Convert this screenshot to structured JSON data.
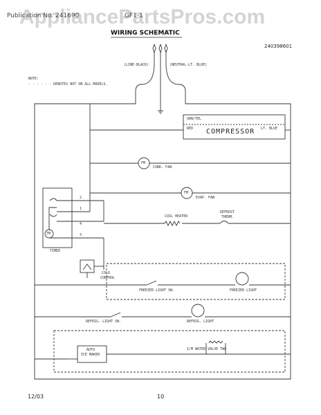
{
  "header": {
    "watermark": "AppliancePartsPros.com",
    "doc_line": "Publication No. 241690",
    "model": "GF1-1",
    "title": "WIRING SCHEMATIC",
    "part_number": "240398601"
  },
  "labels": {
    "line": "(LINE-BLACK)",
    "neutral": "(NEUTRAL-LT. BLUE)",
    "note_head": "NOTE:",
    "note_body": "- - - - - - DENOTES NOT ON ALL MODELS.",
    "grn_yel": "GRN/YEL",
    "red": "RED",
    "lt_blue": "LT. BLUE",
    "compressor": "COMPRESSOR",
    "cond_fan": "COND. FAN",
    "evap_fan": "EVAP. FAN",
    "coil_heater": "COIL HEATER",
    "defrost": "DEFROST",
    "therm": "THERM.",
    "tm": "TM",
    "timer": "TIMER",
    "t2": "2",
    "t1": "1",
    "t4": "4",
    "t3": "3",
    "cold": "COLD",
    "control": "CONTROL",
    "freezer_light_sw": "FREEZER LIGHT SW.",
    "freezer_light": "FREEZER LIGHT",
    "refrig_light_sw": "REFRIG. LIGHT SW.",
    "refrig_light": "REFRIG. LIGHT",
    "auto": "AUTO",
    "ice_maker": "ICE MAKER",
    "im_water_valve": "I/M WATER VALVE TWO",
    "fm_cond": "FM",
    "fm_evap": "FM"
  },
  "footer": {
    "date": "12/03",
    "page": "10"
  }
}
